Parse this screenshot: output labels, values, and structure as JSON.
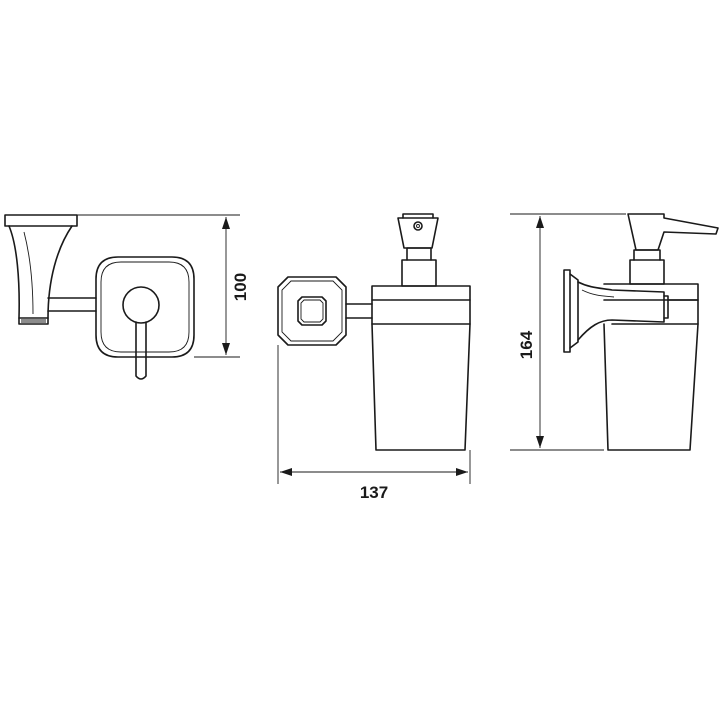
{
  "dimensions": {
    "top_view_height": "100",
    "front_view_width": "137",
    "side_view_height": "164"
  }
}
